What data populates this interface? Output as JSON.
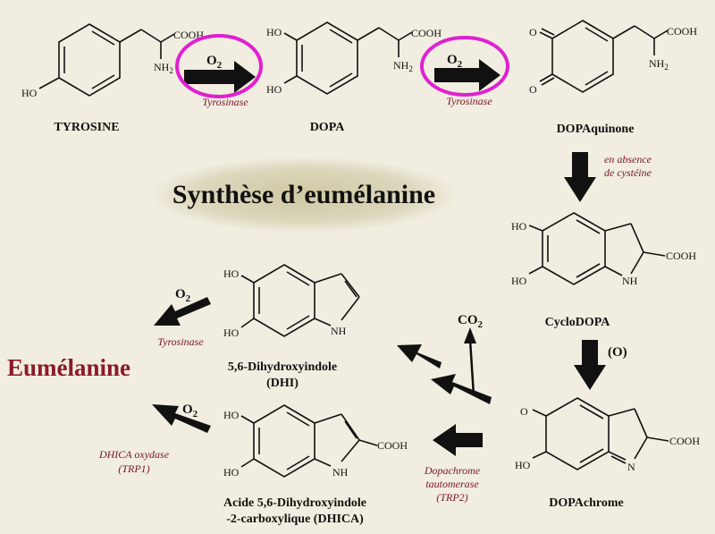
{
  "title": "Synthèse d’eumélanine",
  "product": "Eumélanine",
  "compounds": {
    "tyrosine": "TYROSINE",
    "dopa": "DOPA",
    "dopaquinone": "DOPAquinone",
    "cyclodopa": "CycloDOPA",
    "dopachrome": "DOPAchrome",
    "dhi_line1": "5,6-Dihydroxyindole",
    "dhi_line2": "(DHI)",
    "dhica_line1": "Acide 5,6-Dihydroxyindole",
    "dhica_line2": "-2-carboxylique (DHICA)"
  },
  "atoms": {
    "cooh": "COOH",
    "nh2": "NH",
    "nh2_sub": "2",
    "ho": "HO",
    "o": "O",
    "nh": "NH",
    "n": "N"
  },
  "reagents": {
    "o2": "O",
    "o2_sub": "2",
    "oxidation": "(O)",
    "co2": "CO",
    "co2_sub": "2"
  },
  "enzymes": {
    "tyrosinase": "Tyrosinase",
    "absence_line1": "en absence",
    "absence_line2": "de cystéine",
    "tautomerase_line1": "Dopachrome",
    "tautomerase_line2": "tautomerase",
    "tautomerase_line3": "(TRP2)",
    "dhica_oxidase_line1": "DHICA oxydase",
    "dhica_oxidase_line2": "(TRP1)"
  },
  "colors": {
    "background": "#f1ede0",
    "highlight_circle": "#e020d0",
    "enzyme_text": "#7a1428",
    "product_text": "#8b1a2a",
    "title_glow": "#d9d3b4"
  }
}
